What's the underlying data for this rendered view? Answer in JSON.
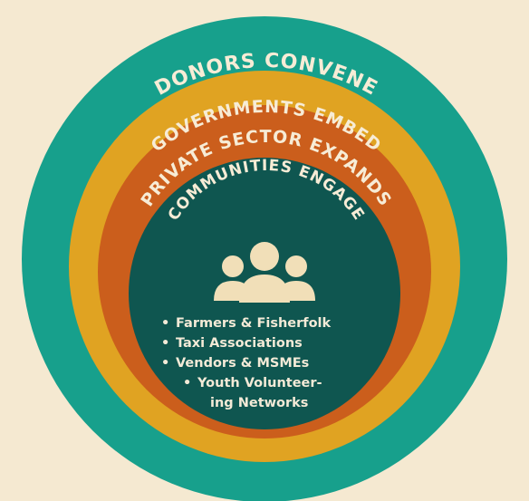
{
  "colors": {
    "background": "#f5e9d1",
    "ring_outer": "#17a08c",
    "ring_second": "#e0a322",
    "ring_third": "#cb5e1c",
    "core": "#0f5650",
    "text_light": "#f7ecd6",
    "icon": "#f1dfb8"
  },
  "rings": [
    {
      "label": "DONORS CONVENE"
    },
    {
      "label": "GOVERNMENTS EMBED"
    },
    {
      "label": "PRIVATE SECTOR EXPANDS"
    },
    {
      "label": "COMMUNITIES ENGAGE"
    }
  ],
  "core": {
    "icon": "people-group-icon",
    "bullets": [
      "Farmers & Fisherfolk",
      "Taxi Associations",
      "Vendors & MSMEs"
    ],
    "sub_bullet_line1": "Youth Volunteer-",
    "sub_bullet_line2": "ing Networks"
  }
}
